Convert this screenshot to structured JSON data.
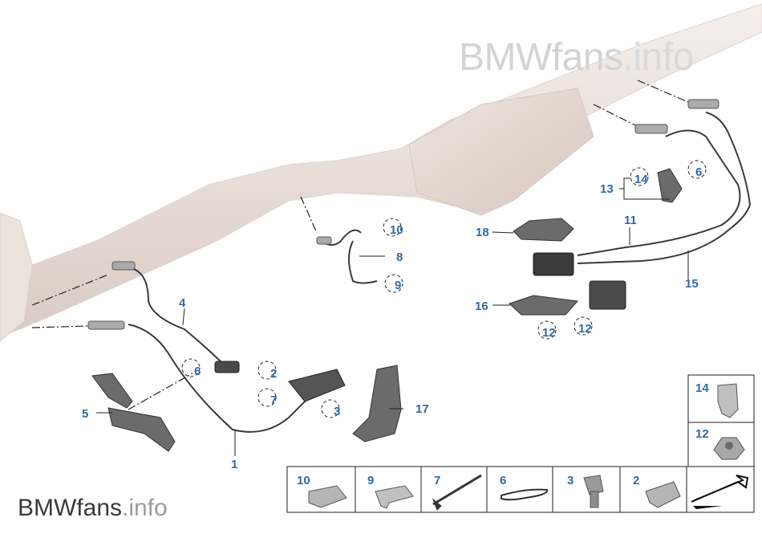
{
  "watermark": {
    "brand": "BMWfans",
    "suffix": ".info"
  },
  "callouts": {
    "c1": "1",
    "c2": "2",
    "c3": "3",
    "c4": "4",
    "c5": "5",
    "c6a": "6",
    "c6b": "6",
    "c7": "7",
    "c8": "8",
    "c9": "9",
    "c10": "10",
    "c11": "11",
    "c12a": "12",
    "c12b": "12",
    "c13": "13",
    "c14": "14",
    "c15": "15",
    "c16": "16",
    "c17": "17",
    "c18": "18"
  },
  "legend": {
    "side": [
      "14",
      "12"
    ],
    "bottom": [
      "10",
      "9",
      "7",
      "6",
      "3",
      "2"
    ]
  }
}
